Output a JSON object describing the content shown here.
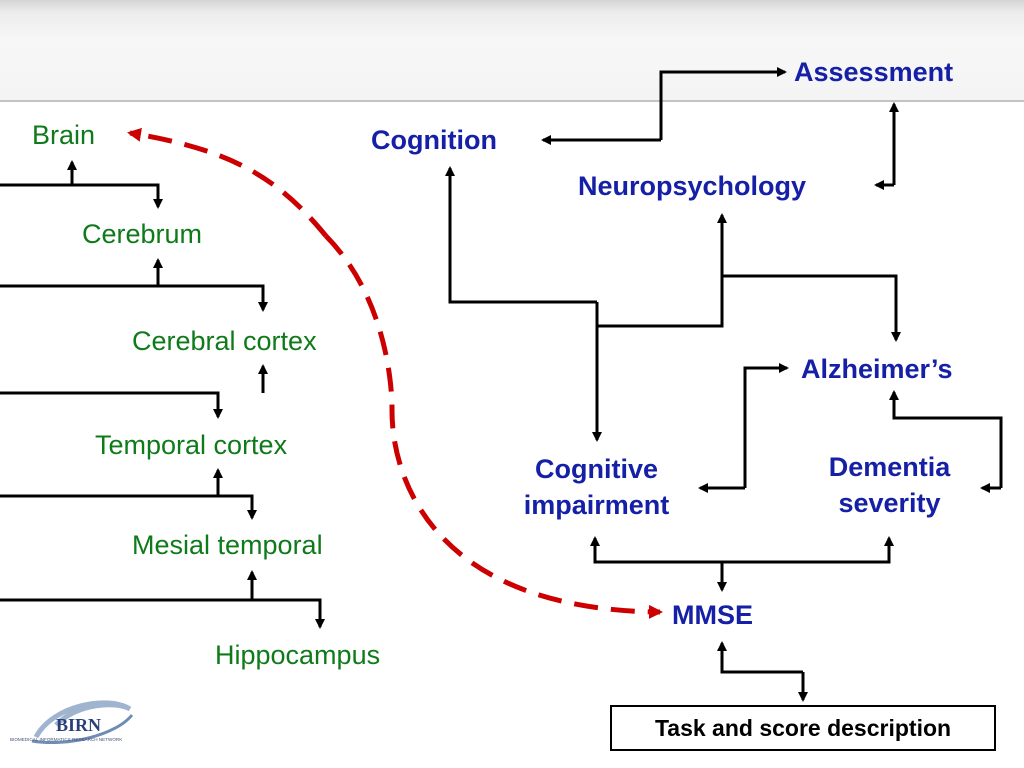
{
  "colors": {
    "green_text": "#0f7a1a",
    "blue_text": "#1520a6",
    "arrow": "#000000",
    "dashed_arrow": "#cc0000"
  },
  "hierarchy": {
    "brain": "Brain",
    "cerebrum": "Cerebrum",
    "cerebral_cortex": "Cerebral cortex",
    "temporal_cortex": "Temporal cortex",
    "mesial_temporal": "Mesial temporal",
    "hippocampus": "Hippocampus"
  },
  "concepts": {
    "assessment": "Assessment",
    "cognition": "Cognition",
    "neuropsychology": "Neuropsychology",
    "alzheimers": "Alzheimer’s",
    "cognitive_impairment_line1": "Cognitive",
    "cognitive_impairment_line2": "impairment",
    "dementia_severity_line1": "Dementia",
    "dementia_severity_line2": "severity",
    "mmse": "MMSE"
  },
  "task_box": {
    "label": "Task and score description"
  },
  "logo": {
    "name": "BIRN",
    "tagline": "BIOMEDICAL INFORMATICS RESEARCH NETWORK",
    "icon": "swoosh-logo"
  }
}
